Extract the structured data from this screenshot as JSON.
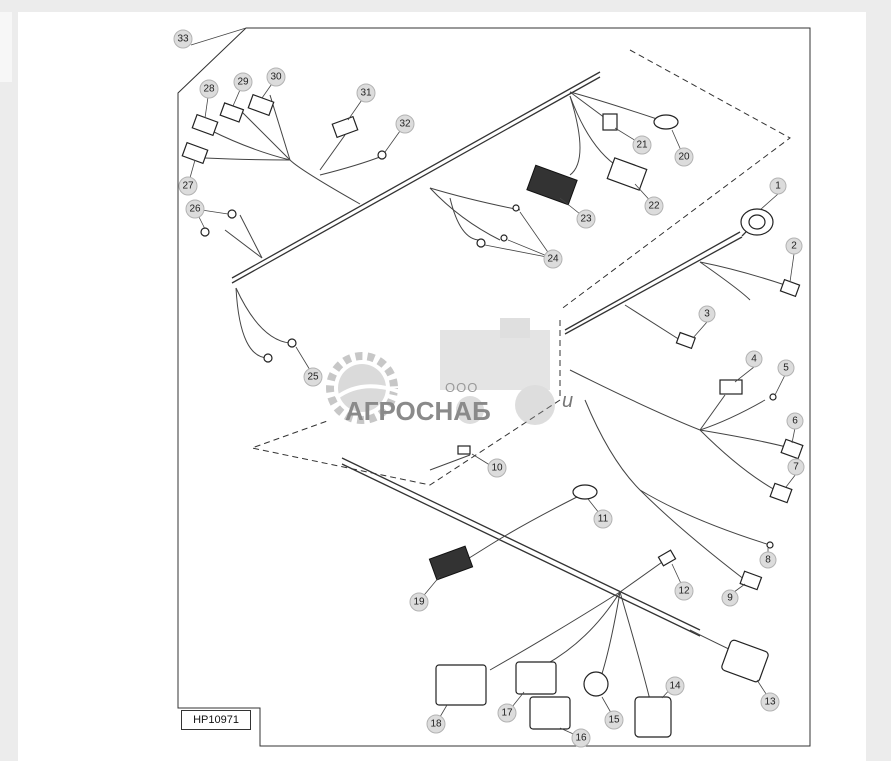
{
  "figure_id": "HP10971",
  "watermark": {
    "prefix": "ООО",
    "brand": "АГРОСНАБ",
    "suffix": "u"
  },
  "callouts": [
    {
      "n": "1"
    },
    {
      "n": "2"
    },
    {
      "n": "3"
    },
    {
      "n": "4"
    },
    {
      "n": "5"
    },
    {
      "n": "6"
    },
    {
      "n": "7"
    },
    {
      "n": "8"
    },
    {
      "n": "9"
    },
    {
      "n": "10"
    },
    {
      "n": "11"
    },
    {
      "n": "12"
    },
    {
      "n": "13"
    },
    {
      "n": "14"
    },
    {
      "n": "15"
    },
    {
      "n": "16"
    },
    {
      "n": "17"
    },
    {
      "n": "18"
    },
    {
      "n": "19"
    },
    {
      "n": "20"
    },
    {
      "n": "21"
    },
    {
      "n": "22"
    },
    {
      "n": "23"
    },
    {
      "n": "24"
    },
    {
      "n": "25"
    },
    {
      "n": "26"
    },
    {
      "n": "27"
    },
    {
      "n": "28"
    },
    {
      "n": "29"
    },
    {
      "n": "30"
    },
    {
      "n": "31"
    },
    {
      "n": "32"
    },
    {
      "n": "33"
    }
  ]
}
